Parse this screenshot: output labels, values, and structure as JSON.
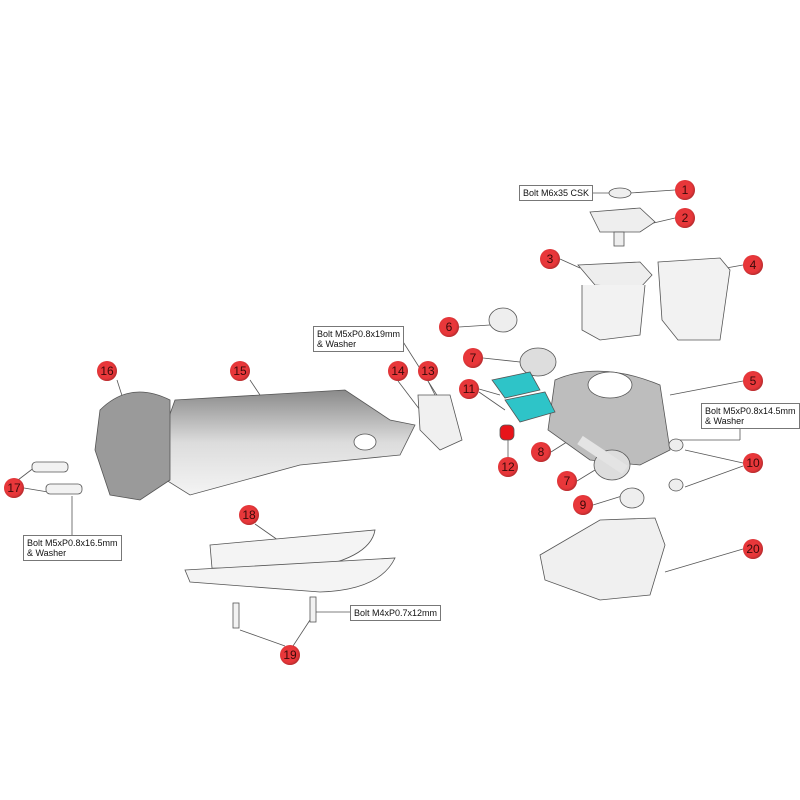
{
  "diagram": {
    "callouts": {
      "c1": "1",
      "c2": "2",
      "c3": "3",
      "c4": "4",
      "c5": "5",
      "c6": "6",
      "c7a": "7",
      "c7b": "7",
      "c8": "8",
      "c9": "9",
      "c10": "10",
      "c11": "11",
      "c12": "12",
      "c13": "13",
      "c14": "14",
      "c15": "15",
      "c16": "16",
      "c17": "17",
      "c18": "18",
      "c19": "19",
      "c20": "20"
    },
    "labels": {
      "bolt_m6": "Bolt M6x35 CSK",
      "bolt_19": "Bolt M5xP0.8x19mm\n& Washer",
      "bolt_14_5": "Bolt M5xP0.8x14.5mm\n& Washer",
      "bolt_16_5": "Bolt M5xP0.8x16.5mm\n& Washer",
      "bolt_m4": "Bolt M4xP0.7x12mm"
    },
    "colors": {
      "callout": "#e8373a",
      "accent_part": "#2ec4c8",
      "part_fill": "#e6e6e6",
      "line": "#555555"
    }
  }
}
